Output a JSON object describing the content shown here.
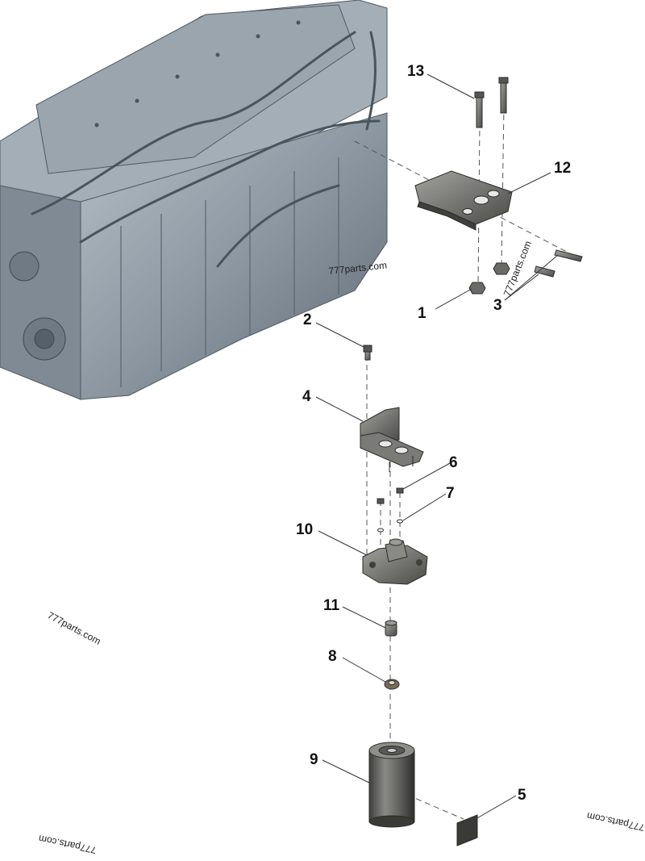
{
  "callouts": {
    "c1": "1",
    "c2": "2",
    "c3": "3",
    "c4": "4",
    "c5": "5",
    "c6": "6",
    "c7": "7",
    "c8": "8",
    "c9": "9",
    "c10": "10",
    "c11": "11",
    "c12": "12",
    "c13": "13"
  },
  "watermarks": {
    "wm1": "777parts.com",
    "wm2": "777parts.com",
    "wm3": "777parts.com",
    "wm4": "777parts.com",
    "wm5": "777parts.com"
  },
  "colors": {
    "engine": "#8d98a2",
    "engine_dark": "#5f6a74",
    "engine_light": "#b7c0c8",
    "part": "#6a6a66",
    "part_dark": "#3f3f3c",
    "part_light": "#9a9a95"
  }
}
